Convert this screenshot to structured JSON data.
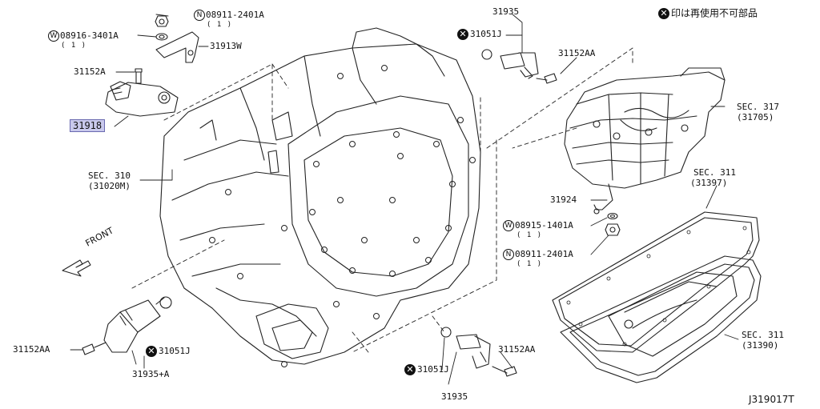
{
  "legend": {
    "mark": "✕",
    "text": "印は再使用不可部品"
  },
  "diagram_id": "J319017T",
  "front_label": "FRONT",
  "ring_mark_w": "W",
  "ring_mark_n": "N",
  "parts": {
    "nut_top": {
      "code": "08911-2401A",
      "qty": "( 1 )"
    },
    "washer_top": {
      "code": "08916-3401A",
      "qty": "( 1 )"
    },
    "bracket": "31913W",
    "bolt_sensor": "31152A",
    "sensor_highlight": "31918",
    "sec310": {
      "ref": "SEC. 310",
      "sub": "(31020M)"
    },
    "sensor_top": "31935",
    "oring_top": "31051J",
    "bolt_top_right": "31152AA",
    "sec317": {
      "ref": "SEC. 317",
      "sub": "(31705)"
    },
    "sec311a": {
      "ref": "SEC. 311",
      "sub": "(31397)"
    },
    "clip": "31924",
    "washer_mid": {
      "code": "08915-1401A",
      "qty": "( 1 )"
    },
    "nut_mid": {
      "code": "08911-2401A",
      "qty": "( 1 )"
    },
    "sec311b": {
      "ref": "SEC. 311",
      "sub": "(31390)"
    },
    "bolt_left": "31152AA",
    "oring_left": "31051J",
    "sensor_left": "31935+A",
    "oring_bottom": "31051J",
    "sensor_bottom": "31935",
    "bolt_bottom": "31152AA"
  }
}
